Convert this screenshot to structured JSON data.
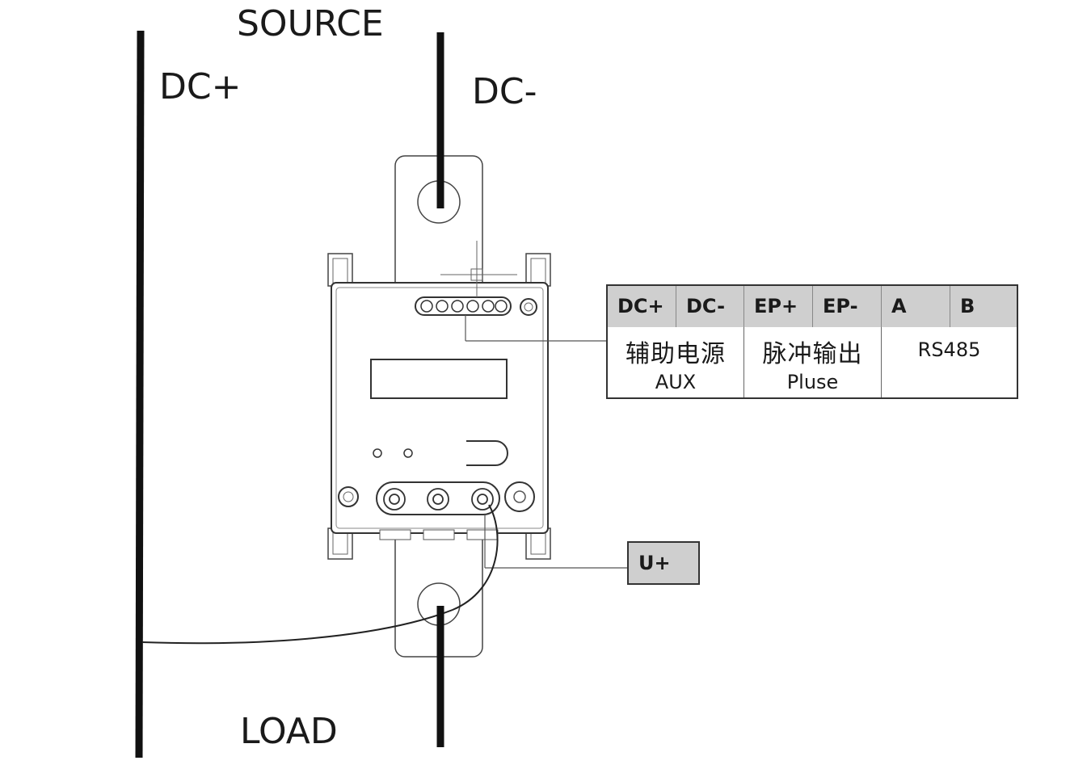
{
  "labels": {
    "source": "SOURCE",
    "load": "LOAD",
    "dc_plus": "DC+",
    "dc_minus": "DC-"
  },
  "terminal_table": {
    "headers": [
      "DC+",
      "DC-",
      "EP+",
      "EP-",
      "A",
      "B"
    ],
    "groups": [
      {
        "zh": "辅助电源",
        "en": "AUX"
      },
      {
        "zh": "脉冲输出",
        "en": "Pluse"
      },
      {
        "label": "RS485"
      }
    ]
  },
  "voltage_terminal": "U+"
}
